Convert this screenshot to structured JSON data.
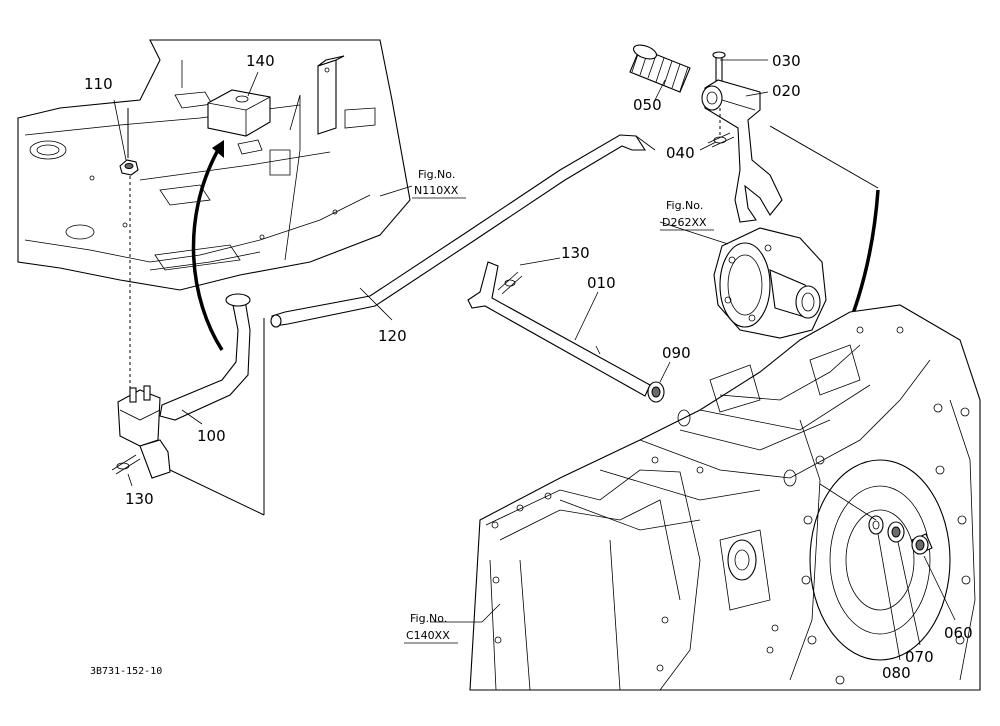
{
  "drawing_code": "3B731-152-10",
  "callouts": [
    {
      "id": "010",
      "text": "010"
    },
    {
      "id": "020",
      "text": "020"
    },
    {
      "id": "030",
      "text": "030"
    },
    {
      "id": "040",
      "text": "040"
    },
    {
      "id": "050",
      "text": "050"
    },
    {
      "id": "060",
      "text": "060"
    },
    {
      "id": "070",
      "text": "070"
    },
    {
      "id": "080",
      "text": "080"
    },
    {
      "id": "090",
      "text": "090"
    },
    {
      "id": "100",
      "text": "100"
    },
    {
      "id": "110",
      "text": "110"
    },
    {
      "id": "120",
      "text": "120"
    },
    {
      "id": "130a",
      "text": "130"
    },
    {
      "id": "130b",
      "text": "130"
    },
    {
      "id": "140",
      "text": "140"
    }
  ],
  "figure_refs": [
    {
      "id": "n110",
      "title": "Fig.No.",
      "code": "N110XX"
    },
    {
      "id": "d262",
      "title": "Fig.No.",
      "code": "D262XX"
    },
    {
      "id": "c140",
      "title": "Fig.No.",
      "code": "C140XX"
    }
  ]
}
